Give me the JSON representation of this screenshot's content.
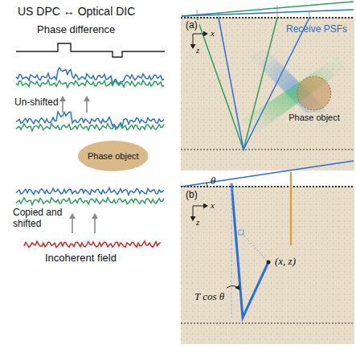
{
  "diagram": {
    "title": "US DPC ↔ Optical DIC",
    "nodes": [
      {
        "text": [
          "Phase object"
        ]
      },
      {
        "text": [
          "Phase object"
        ]
      }
    ],
    "labels": [
      "Phase difference",
      "Un-shifted",
      "Copied and shifted",
      "Incoherent field",
      "(a)",
      "x",
      "z",
      "Receive PSFs",
      "(b)",
      "θ",
      "x",
      "z",
      "(x, z)",
      "T cos θ"
    ]
  }
}
